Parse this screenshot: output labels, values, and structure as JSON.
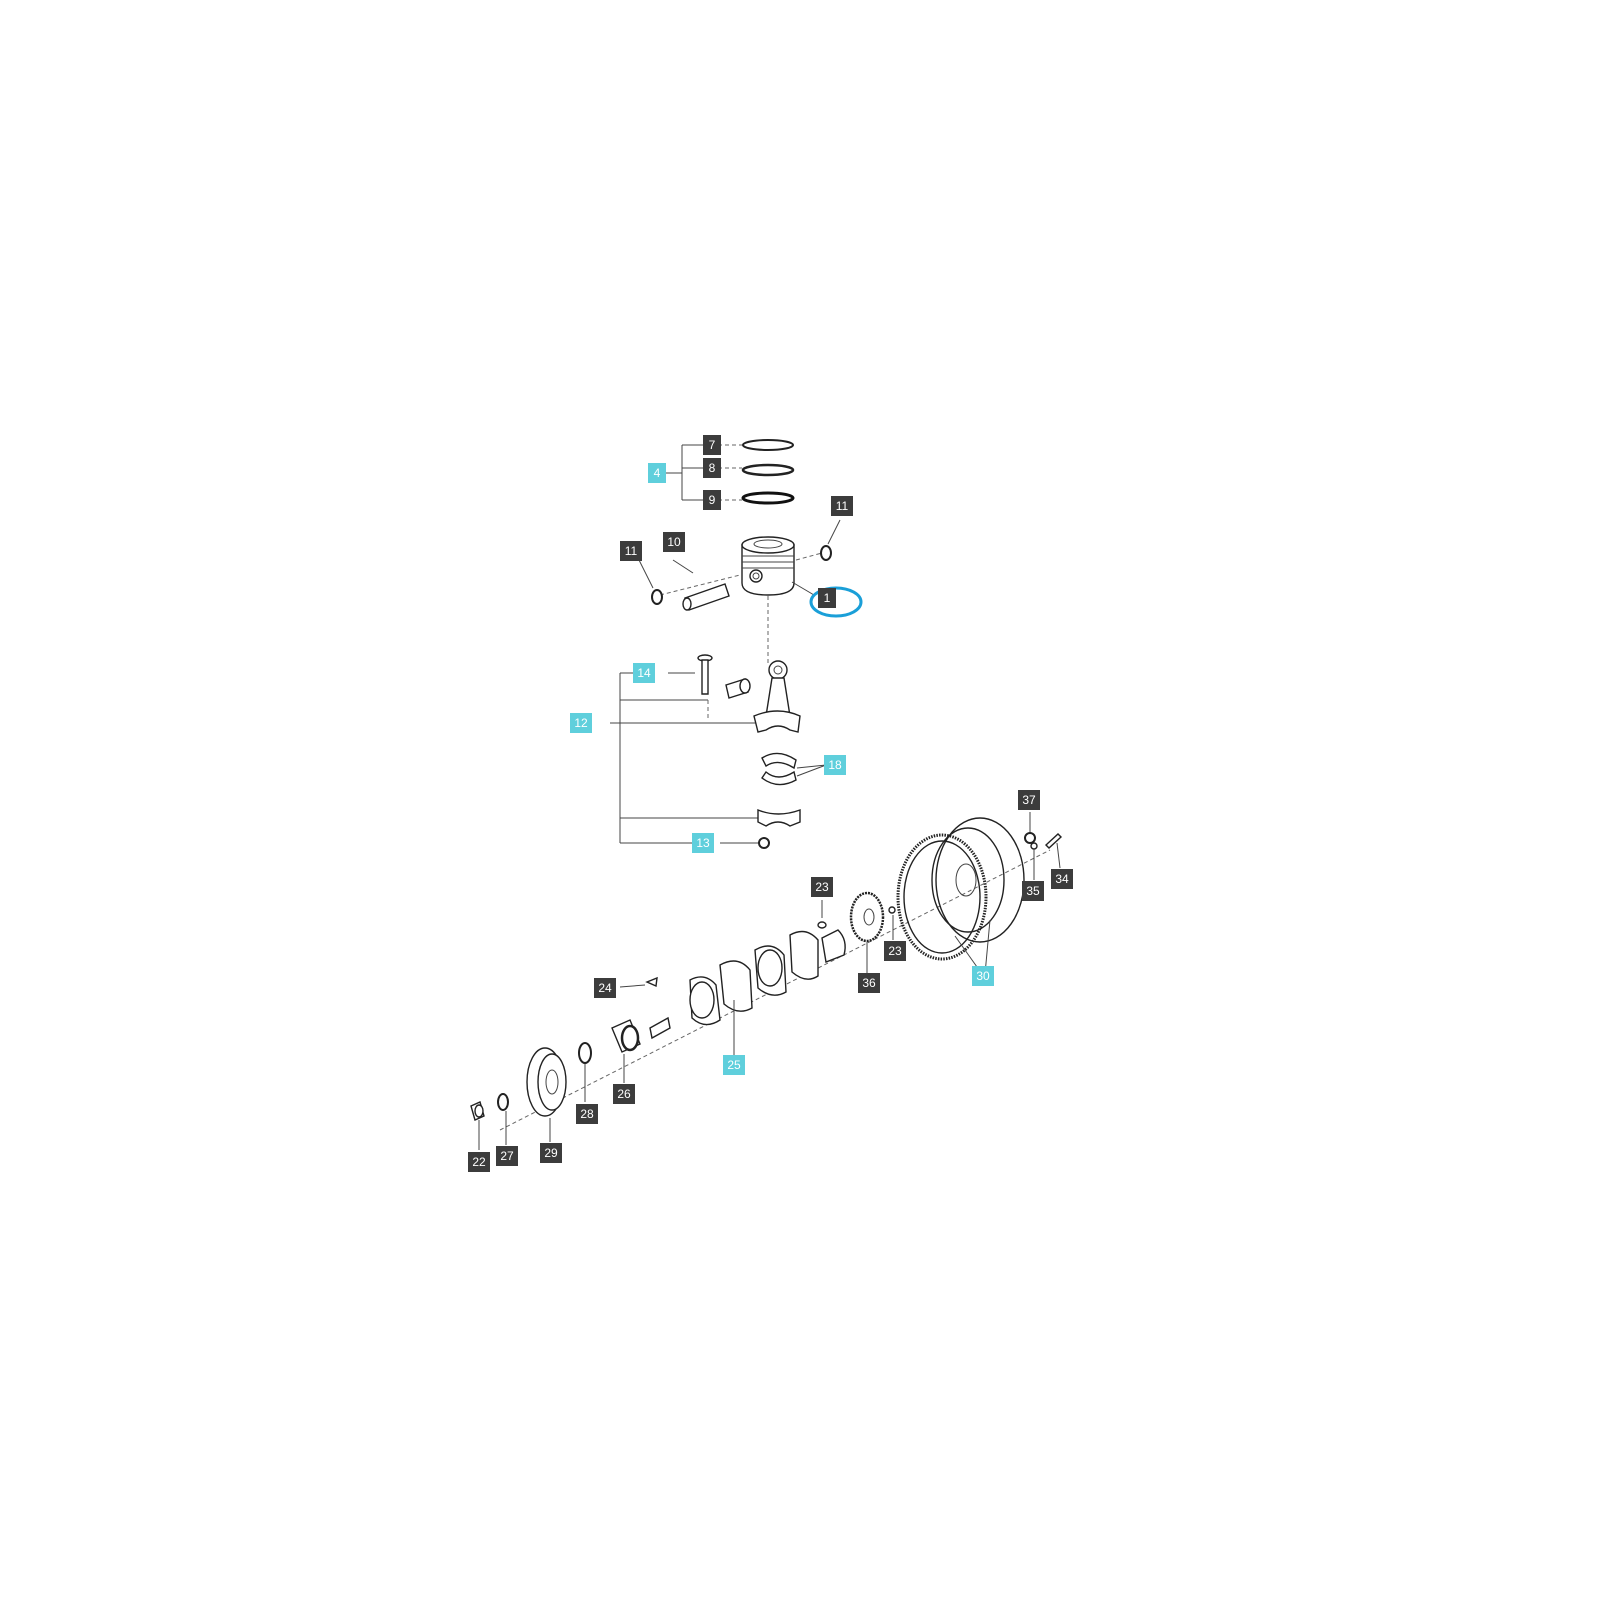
{
  "diagram": {
    "colors": {
      "part_callout": "#3c3c3c",
      "assembly_callout": "#5fcfdc",
      "selection_ring": "#1a9fd8",
      "line": "#444444"
    },
    "selected": "1",
    "callouts": [
      {
        "id": "c7",
        "label": "7",
        "kind": "part"
      },
      {
        "id": "c8",
        "label": "8",
        "kind": "part"
      },
      {
        "id": "c9",
        "label": "9",
        "kind": "part"
      },
      {
        "id": "c4",
        "label": "4",
        "kind": "assembly"
      },
      {
        "id": "c11a",
        "label": "11",
        "kind": "part"
      },
      {
        "id": "c11b",
        "label": "11",
        "kind": "part"
      },
      {
        "id": "c10",
        "label": "10",
        "kind": "part"
      },
      {
        "id": "c1",
        "label": "1",
        "kind": "part"
      },
      {
        "id": "c14",
        "label": "14",
        "kind": "assembly"
      },
      {
        "id": "c12",
        "label": "12",
        "kind": "assembly"
      },
      {
        "id": "c18",
        "label": "18",
        "kind": "assembly"
      },
      {
        "id": "c13",
        "label": "13",
        "kind": "assembly"
      },
      {
        "id": "c37",
        "label": "37",
        "kind": "part"
      },
      {
        "id": "c35",
        "label": "35",
        "kind": "part"
      },
      {
        "id": "c34",
        "label": "34",
        "kind": "part"
      },
      {
        "id": "c23a",
        "label": "23",
        "kind": "part"
      },
      {
        "id": "c23b",
        "label": "23",
        "kind": "part"
      },
      {
        "id": "c36",
        "label": "36",
        "kind": "part"
      },
      {
        "id": "c30",
        "label": "30",
        "kind": "assembly"
      },
      {
        "id": "c24",
        "label": "24",
        "kind": "part"
      },
      {
        "id": "c25",
        "label": "25",
        "kind": "assembly"
      },
      {
        "id": "c26",
        "label": "26",
        "kind": "part"
      },
      {
        "id": "c28",
        "label": "28",
        "kind": "part"
      },
      {
        "id": "c29",
        "label": "29",
        "kind": "part"
      },
      {
        "id": "c27",
        "label": "27",
        "kind": "part"
      },
      {
        "id": "c22",
        "label": "22",
        "kind": "part"
      }
    ]
  }
}
